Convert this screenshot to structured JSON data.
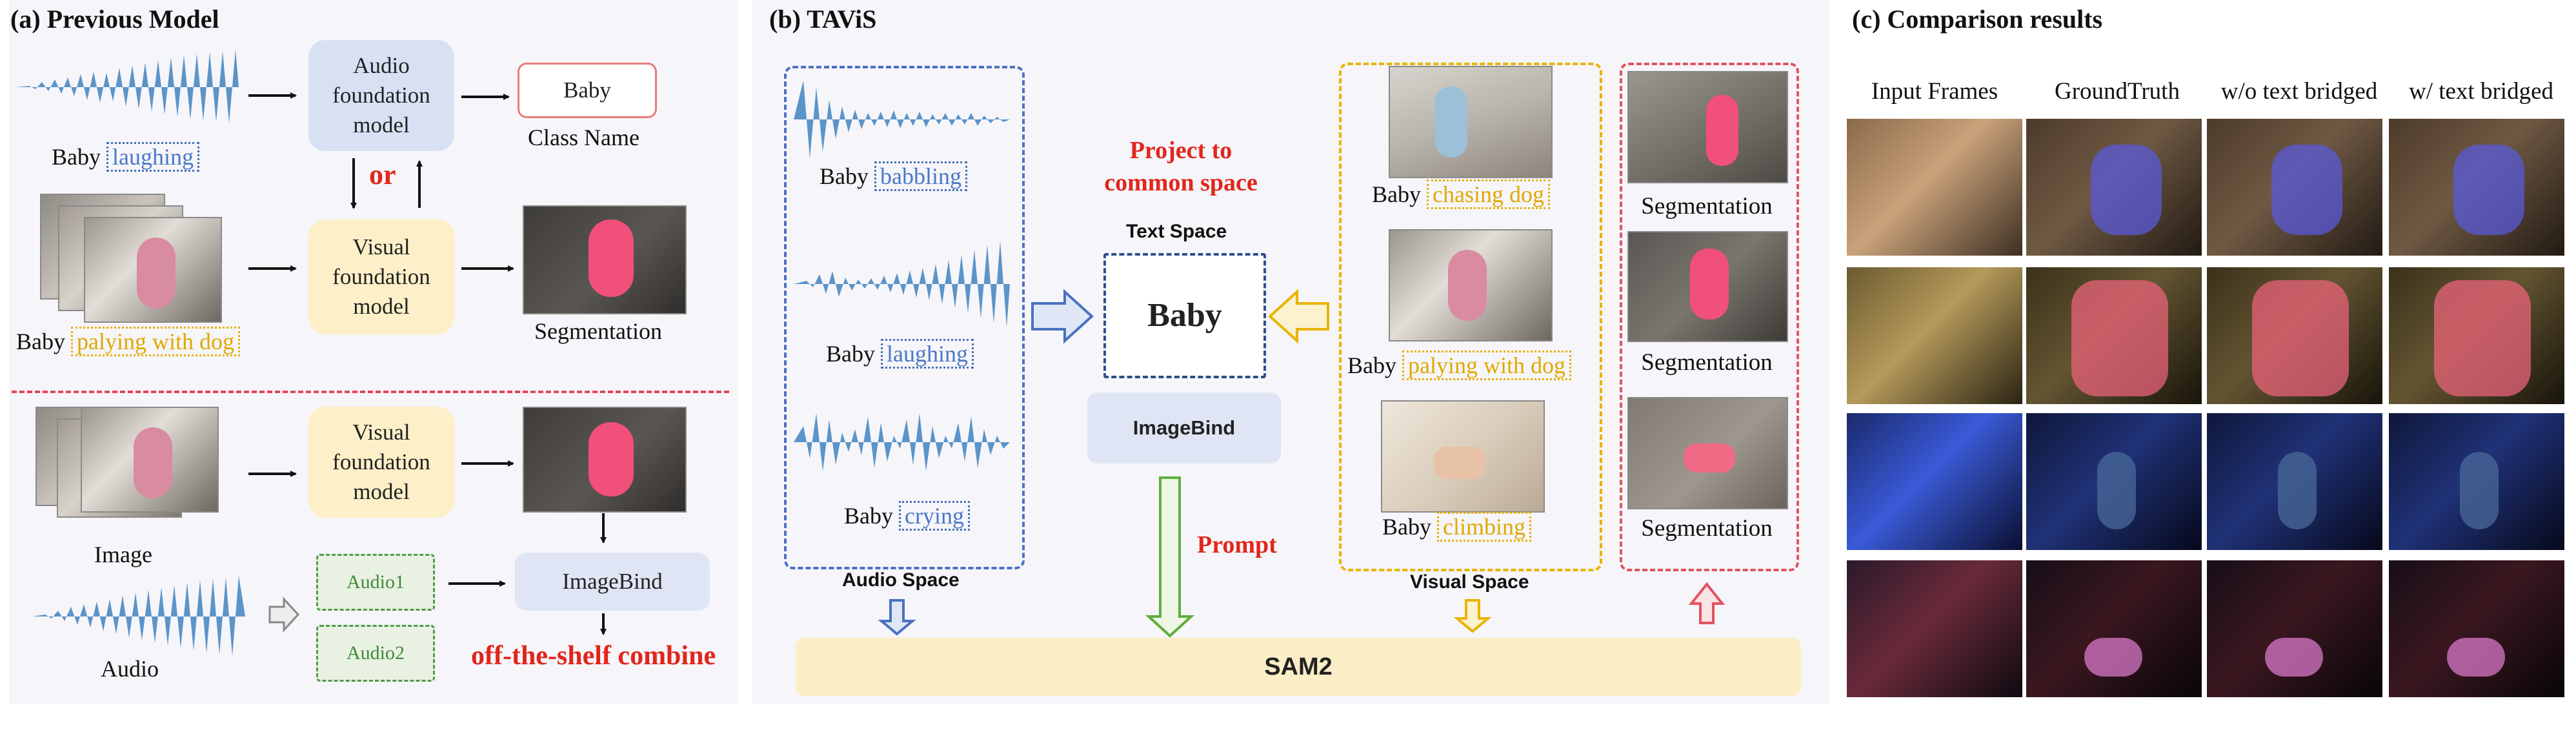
{
  "panel_a": {
    "title": "(a) Previous Model",
    "audio_label_prefix": "Baby",
    "audio_label_highlight": "laughing",
    "video_label_prefix": "Baby",
    "video_label_highlight": "palying with dog",
    "audio_foundation_model": "Audio\nfoundation\nmodel",
    "visual_foundation_model": "Visual\nfoundation\nmodel",
    "or_label": "or",
    "class_box": "Baby",
    "class_caption": "Class Name",
    "segmentation_caption": "Segmentation",
    "visual_foundation_model_2": "Visual\nfoundation\nmodel",
    "image_caption": "Image",
    "audio_caption": "Audio",
    "audio1": "Audio1",
    "audio2": "Audio2",
    "imagebind": "ImageBind",
    "off_the_shelf": "off-the-shelf combine"
  },
  "panel_b": {
    "title": "(b) TAViS",
    "audio_items": [
      {
        "prefix": "Baby",
        "highlight": "babbling"
      },
      {
        "prefix": "Baby",
        "highlight": "laughing"
      },
      {
        "prefix": "Baby",
        "highlight": "crying"
      }
    ],
    "audio_space": "Audio Space",
    "project_label": "Project to\ncommon space",
    "text_space": "Text Space",
    "baby_center": "Baby",
    "imagebind": "ImageBind",
    "prompt": "Prompt",
    "visual_items": [
      {
        "prefix": "Baby",
        "highlight": "chasing dog"
      },
      {
        "prefix": "Baby",
        "highlight": "palying with dog"
      },
      {
        "prefix": "Baby",
        "highlight": "climbing"
      }
    ],
    "visual_space": "Visual Space",
    "segmentation_labels": [
      "Segmentation",
      "Segmentation",
      "Segmentation"
    ],
    "sam2": "SAM2"
  },
  "panel_c": {
    "title": "(c) Comparison results",
    "columns": [
      "Input Frames",
      "GroundTruth",
      "w/o text bridged",
      "w/ text bridged"
    ],
    "rows": 4
  },
  "colors": {
    "blue_dash": "#4a72c0",
    "yellow_dash": "#e8b400",
    "red_dash": "#e05460",
    "audio_model_bg": "#d8e1f4",
    "visual_model_bg": "#fdf0c9",
    "imagebind_bg": "#dfe5f4",
    "sam2_bg": "#fbeec7",
    "waveform": "#5b94c9"
  }
}
